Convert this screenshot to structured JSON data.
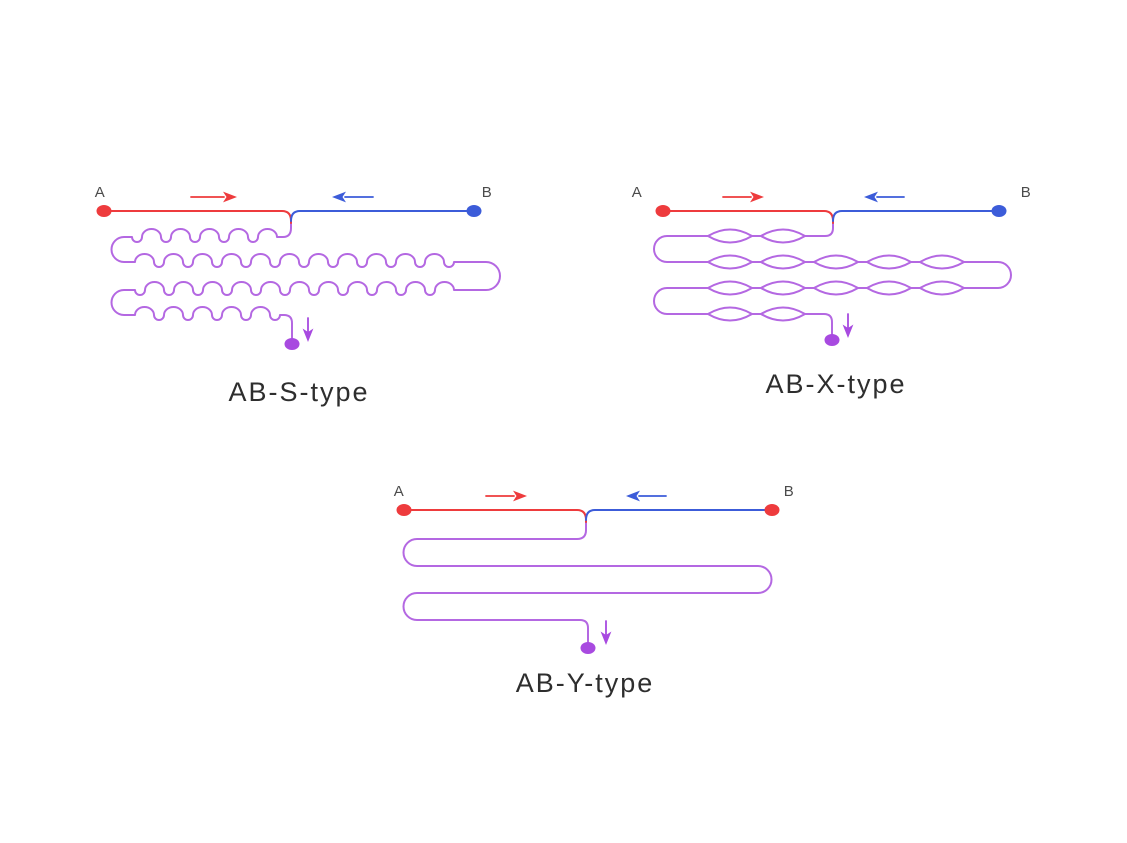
{
  "colors": {
    "red": "#ee3b3d",
    "blue": "#3c5cd9",
    "purple_line": "#b468e2",
    "purple_solid": "#a84ae0",
    "inlet_label": "#4b4b4b",
    "caption": "#2e2e2e",
    "background": "#ffffff"
  },
  "diagrams": [
    {
      "caption": "AB-S-type",
      "inlet_a": "A",
      "inlet_b": "B"
    },
    {
      "caption": "AB-X-type",
      "inlet_a": "A",
      "inlet_b": "B"
    },
    {
      "caption": "AB-Y-type",
      "inlet_a": "A",
      "inlet_b": "B"
    }
  ]
}
